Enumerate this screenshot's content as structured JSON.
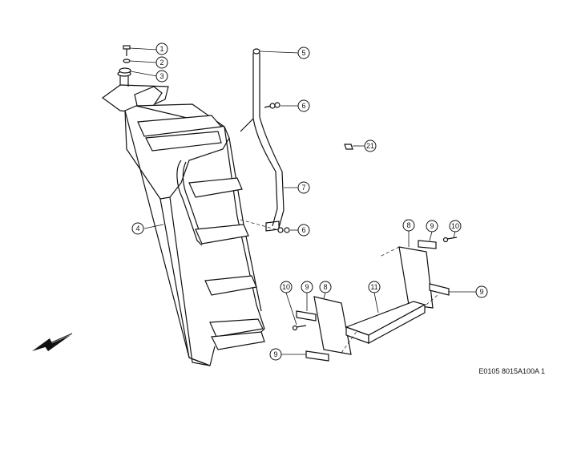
{
  "figure_ref": "E0105 8015A100A 1",
  "callouts": [
    {
      "key": "c1",
      "label": "1"
    },
    {
      "key": "c2",
      "label": "2"
    },
    {
      "key": "c3",
      "label": "3"
    },
    {
      "key": "c4",
      "label": "4"
    },
    {
      "key": "c5",
      "label": "5"
    },
    {
      "key": "c6a",
      "label": "6"
    },
    {
      "key": "c6b",
      "label": "6"
    },
    {
      "key": "c7",
      "label": "7"
    },
    {
      "key": "c21",
      "label": "21"
    },
    {
      "key": "c8a",
      "label": "8"
    },
    {
      "key": "c9a",
      "label": "9"
    },
    {
      "key": "c10a",
      "label": "10"
    },
    {
      "key": "c9b",
      "label": "9"
    },
    {
      "key": "c10b",
      "label": "10"
    },
    {
      "key": "c9c",
      "label": "9"
    },
    {
      "key": "c8b",
      "label": "8"
    },
    {
      "key": "c11",
      "label": "11"
    },
    {
      "key": "c9d",
      "label": "9"
    }
  ],
  "icons": {
    "direction_arrow": "direction-arrow-icon"
  }
}
